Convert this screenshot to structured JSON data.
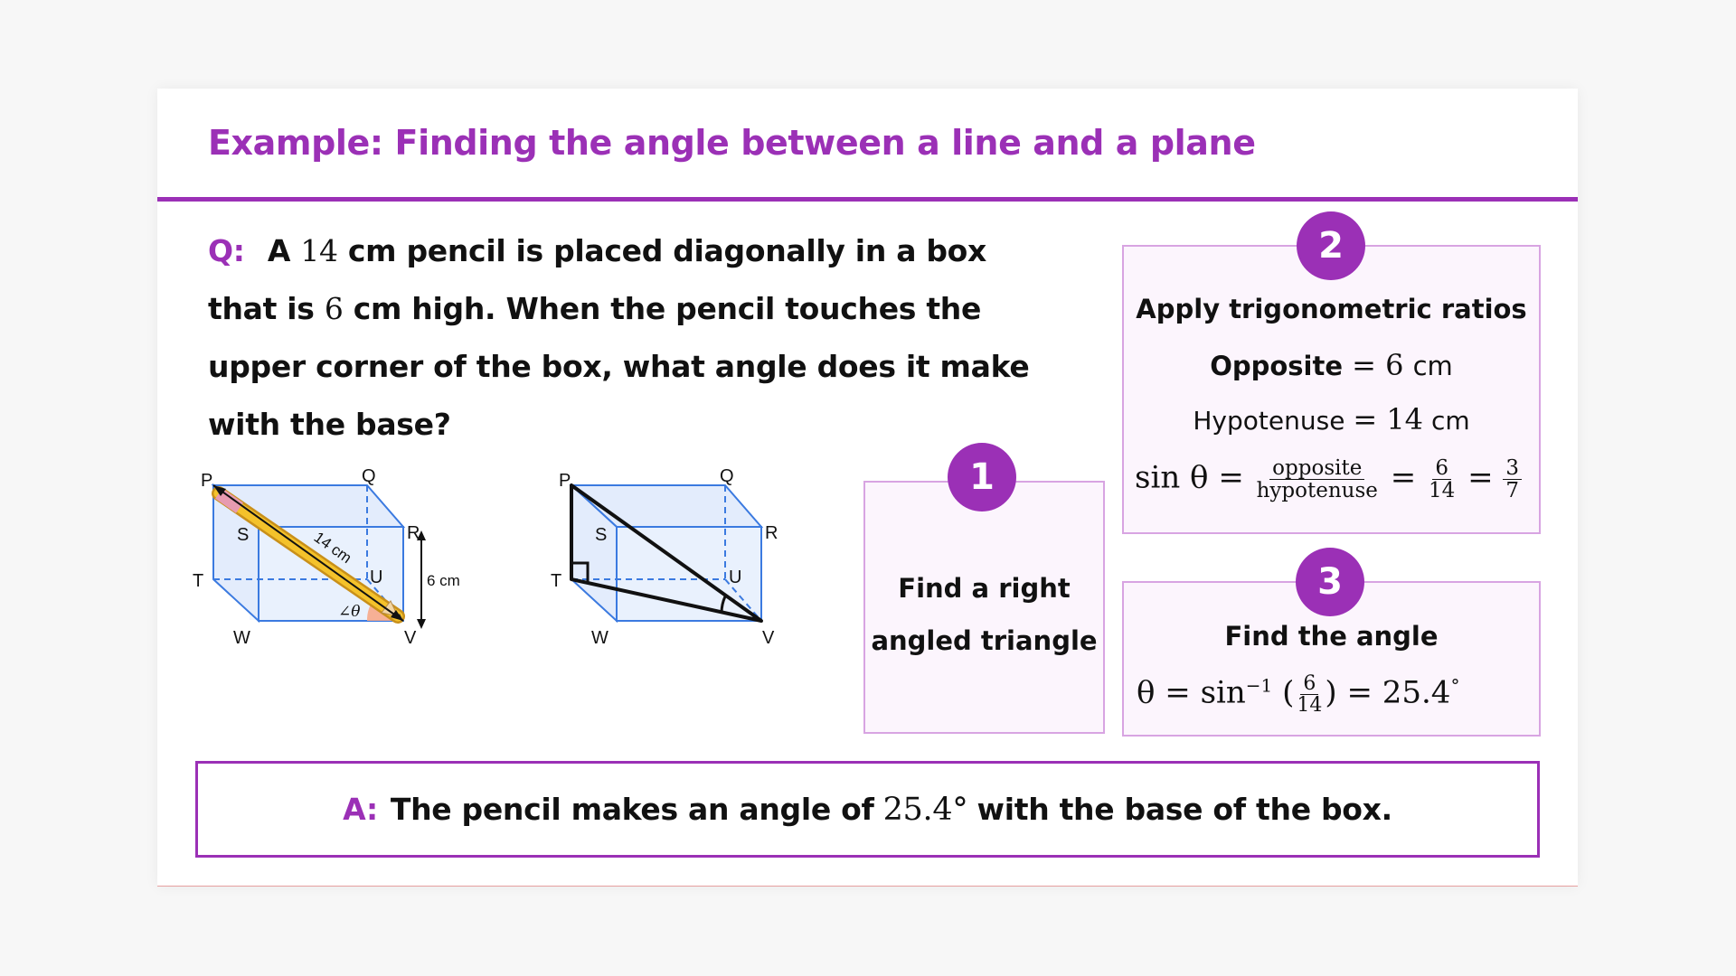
{
  "title": "Example: Finding the angle between a line and a plane",
  "question": {
    "label": "Q:",
    "part1": "A",
    "value1": "14",
    "part2": "cm pencil is placed diagonally in a box that is",
    "value2": "6",
    "part3": "cm high. When the pencil touches the upper corner of the box, what angle does it make with the base?"
  },
  "diagram_left": {
    "labels": {
      "P": "P",
      "Q": "Q",
      "R": "R",
      "S": "S",
      "T": "T",
      "U": "U",
      "V": "V",
      "W": "W"
    },
    "length_label": "14 cm",
    "height_label": "6 cm",
    "angle_label": "∠θ"
  },
  "diagram_right": {
    "labels": {
      "P": "P",
      "Q": "Q",
      "R": "R",
      "S": "S",
      "T": "T",
      "U": "U",
      "V": "V",
      "W": "W"
    }
  },
  "step1": {
    "number": "1",
    "line1": "Find a right",
    "line2": "angled triangle"
  },
  "step2": {
    "number": "2",
    "heading": "Apply trigonometric ratios",
    "opposite_label": "Opposite",
    "opposite_value": "6",
    "hyp_label": "Hypotenuse",
    "hyp_value": "14",
    "unit": "cm",
    "sin_lhs": "sin θ",
    "frac_num_word": "opposite",
    "frac_den_word": "hypotenuse",
    "frac1_num": "6",
    "frac1_den": "14",
    "frac2_num": "3",
    "frac2_den": "7"
  },
  "step3": {
    "number": "3",
    "heading": "Find the angle",
    "lhs": "θ = sin",
    "inv": "−1",
    "num": "6",
    "den": "14",
    "result": "= 25.4"
  },
  "answer": {
    "label": "A:",
    "part1": "The pencil makes an angle of",
    "value": "25.4°",
    "part2": "with the base of the box."
  },
  "colors": {
    "accent": "#9b30b6",
    "card_border": "#d8a4e2",
    "box_fill": "#e9f1fd",
    "box_edge": "#3b7ae0",
    "pencil": "#f4c22b",
    "angle_fill": "#f7a98a"
  }
}
